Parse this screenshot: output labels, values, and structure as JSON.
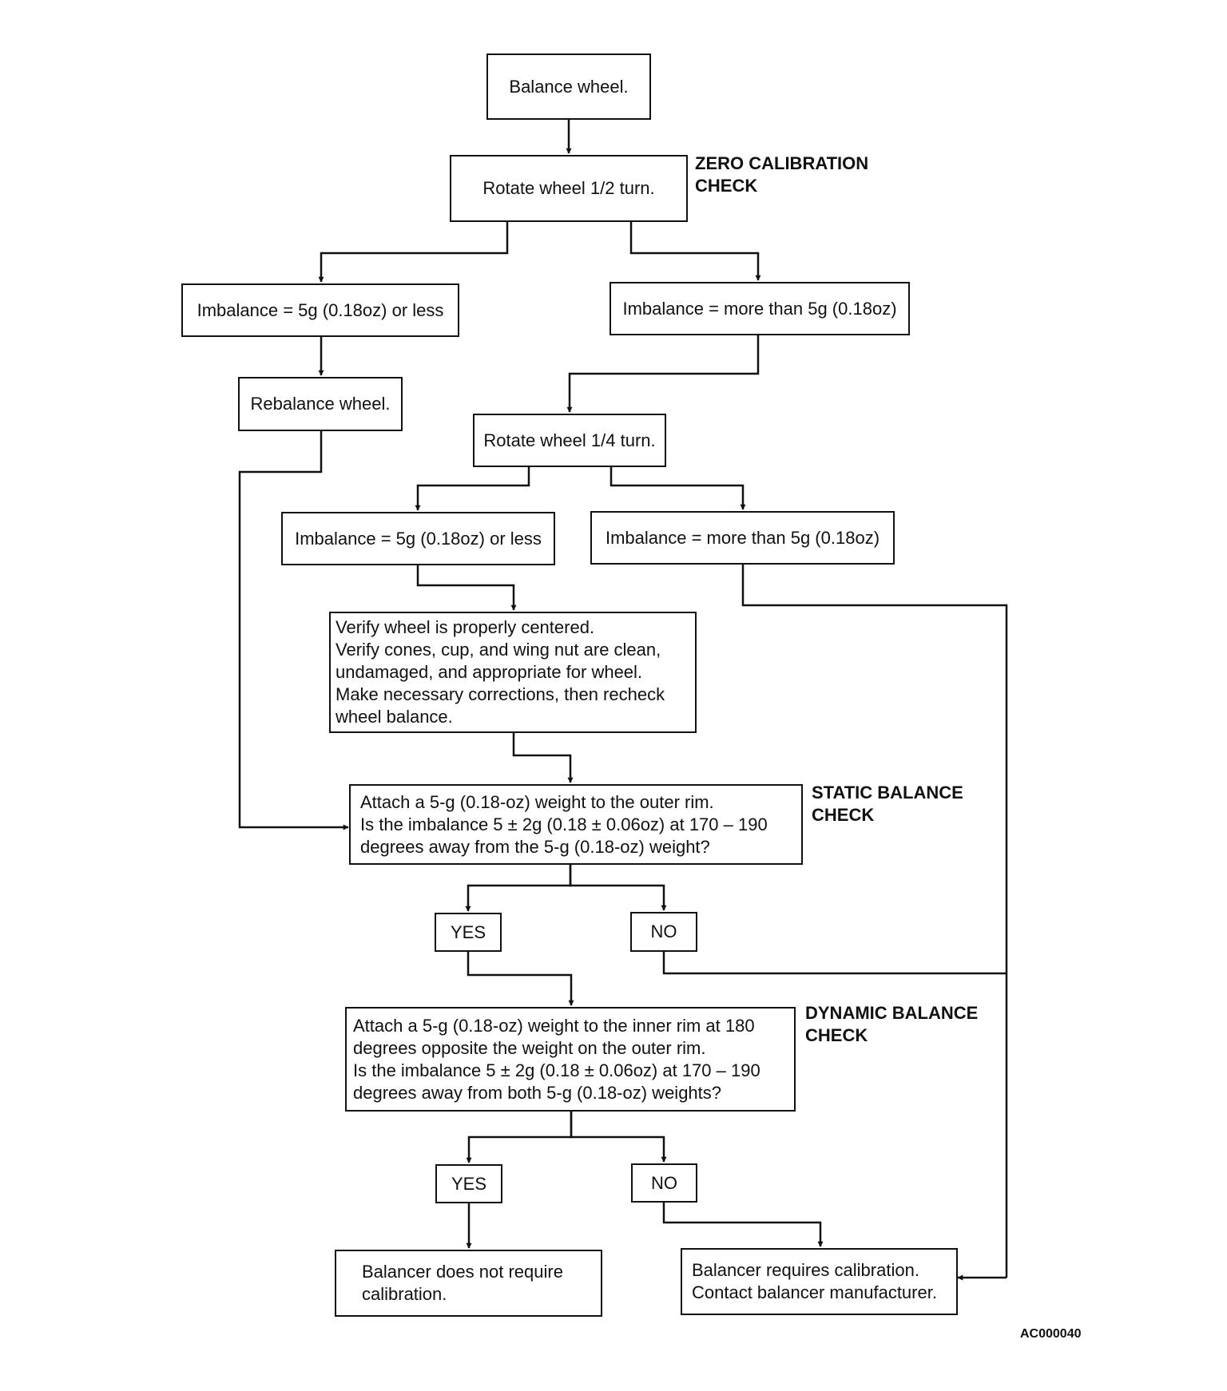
{
  "flowchart": {
    "start": "Balance wheel.",
    "rotate_half": "Rotate wheel 1/2 turn.",
    "zero_label": "ZERO CALIBRATION\nCHECK",
    "imbalance_less_1": "Imbalance = 5g (0.18oz) or less",
    "imbalance_more_1": "Imbalance = more than 5g (0.18oz)",
    "rebalance": "Rebalance wheel.",
    "rotate_quarter": "Rotate wheel 1/4 turn.",
    "imbalance_less_2": "Imbalance = 5g (0.18oz) or less",
    "imbalance_more_2": "Imbalance = more than 5g (0.18oz)",
    "verify": "Verify wheel is properly centered.\nVerify cones, cup, and wing nut are clean,\nundamaged, and appropriate for wheel.\nMake necessary corrections, then recheck\nwheel balance.",
    "static_step": "Attach a 5-g (0.18-oz) weight to the outer rim.\nIs the imbalance 5 ± 2g (0.18 ± 0.06oz) at 170 – 190\ndegrees away from the 5-g (0.18-oz) weight?",
    "static_label": "STATIC BALANCE\nCHECK",
    "yes_1": "YES",
    "no_1": "NO",
    "dynamic_step": "Attach a 5-g (0.18-oz) weight to the inner rim at 180\ndegrees opposite the weight on the outer rim.\nIs the imbalance 5 ± 2g (0.18 ± 0.06oz) at 170 – 190\ndegrees away from both 5-g (0.18-oz) weights?",
    "dynamic_label": "DYNAMIC BALANCE\nCHECK",
    "yes_2": "YES",
    "no_2": "NO",
    "no_calibration": "Balancer does not require\ncalibration.",
    "requires_calibration": "Balancer requires calibration.\nContact balancer manufacturer."
  },
  "figure_code": "AC000040"
}
